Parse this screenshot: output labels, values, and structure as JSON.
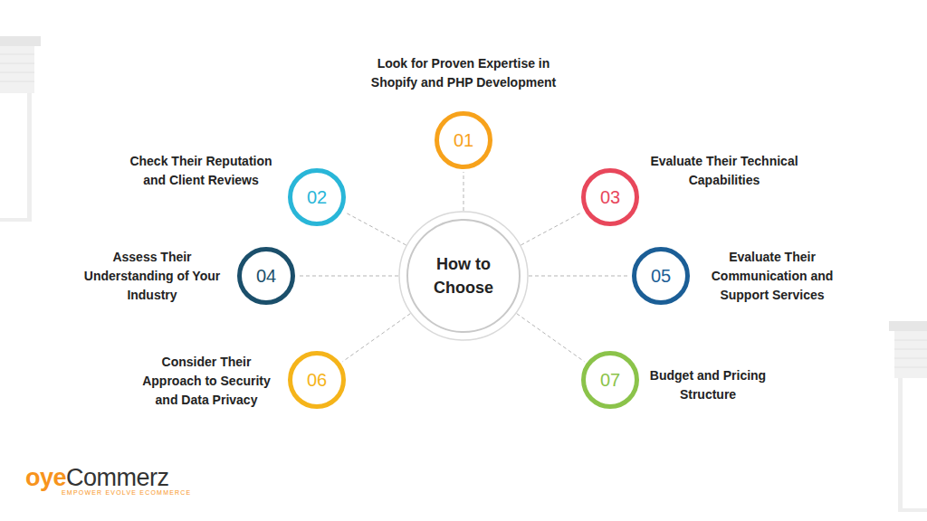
{
  "diagram": {
    "nodes": [
      {
        "text": [
          "How to Choose"
        ]
      },
      {
        "text": [
          "01",
          "Look for Proven Expertise in Shopify and PHP Development"
        ]
      },
      {
        "text": [
          "02",
          "Check Their Reputation and Client Reviews"
        ]
      },
      {
        "text": [
          "03",
          "Evaluate Their Technical Capabilities"
        ]
      },
      {
        "text": [
          "04",
          "Assess Their Understanding of Your Industry"
        ]
      },
      {
        "text": [
          "05",
          "Evaluate Their Communication and Support Services"
        ]
      },
      {
        "text": [
          "06",
          "Consider Their Approach to Security and Data Privacy"
        ]
      },
      {
        "text": [
          "07",
          "Budget and Pricing Structure"
        ]
      }
    ],
    "edges": [
      {
        "from": 0,
        "to": 1,
        "arrow": "none"
      },
      {
        "from": 0,
        "to": 2,
        "arrow": "none"
      },
      {
        "from": 0,
        "to": 3,
        "arrow": "none"
      },
      {
        "from": 0,
        "to": 4,
        "arrow": "none"
      },
      {
        "from": 0,
        "to": 5,
        "arrow": "none"
      },
      {
        "from": 0,
        "to": 6,
        "arrow": "none"
      },
      {
        "from": 0,
        "to": 7,
        "arrow": "none"
      }
    ],
    "labels": [
      "oye",
      "Commerz",
      "EMPOWER EVOLVE ECOMMERCE"
    ]
  }
}
